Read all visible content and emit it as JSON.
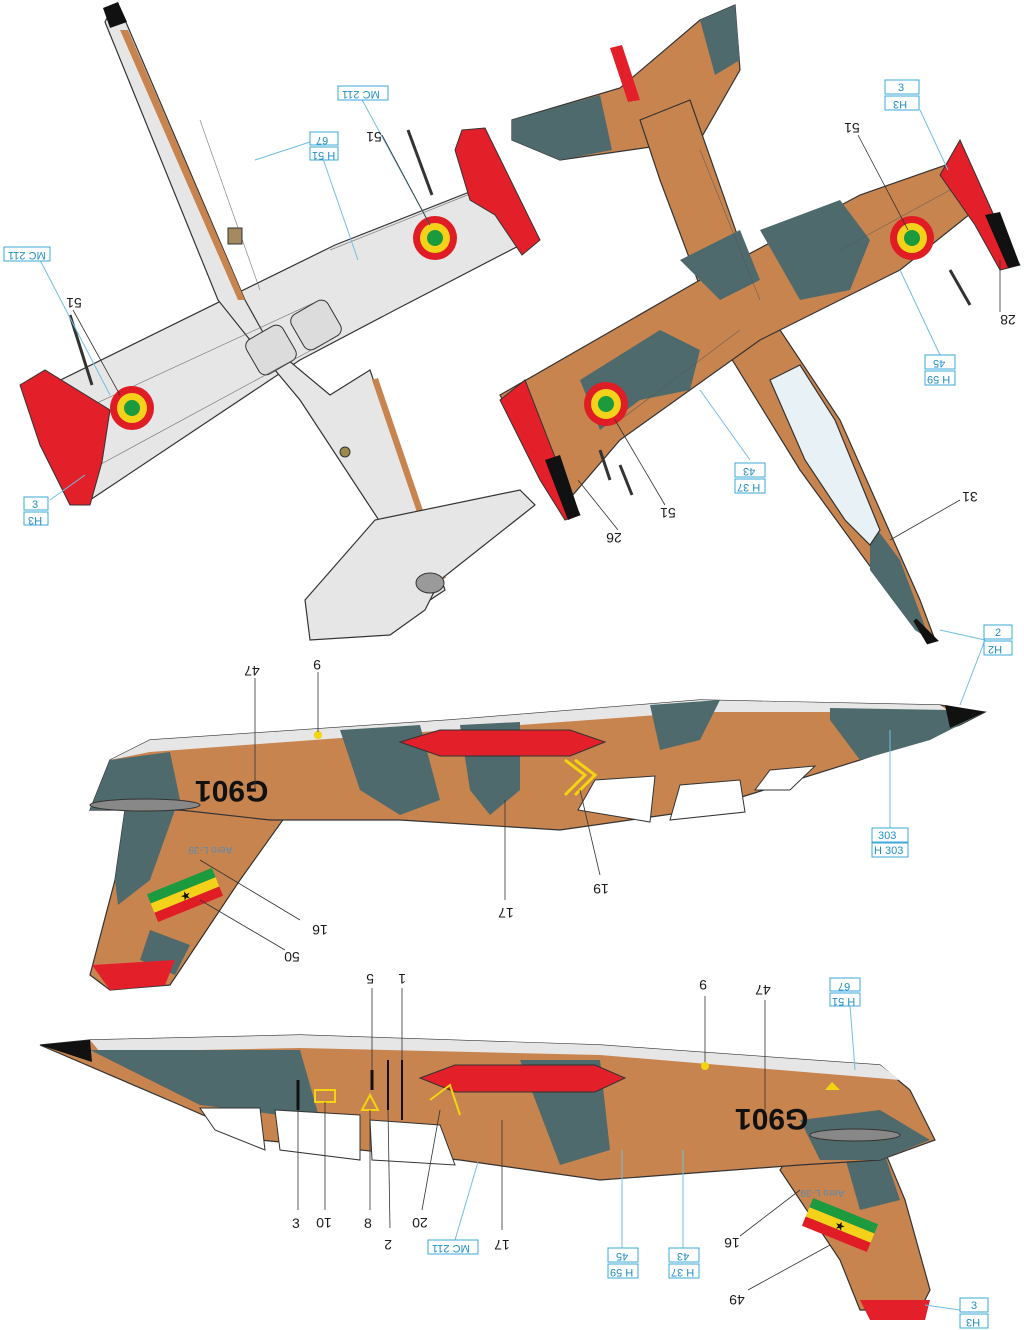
{
  "callouts": {
    "t_51": "51",
    "t_mc211": "MC 211",
    "t_67": "67",
    "t_h51": "H 51",
    "t_3": "3",
    "t_h3": "H3",
    "t_45": "45",
    "t_h59": "H 59",
    "t_28": "28",
    "t_43": "43",
    "t_h37": "H 37",
    "t_26": "26",
    "t_31": "31",
    "t_2": "2",
    "t_h2": "H2",
    "t_47": "47",
    "t_9": "9",
    "t_303": "303",
    "t_h303": "H 303",
    "t_19": "19",
    "t_17": "17",
    "t_16": "16",
    "t_50": "50",
    "t_5": "5",
    "t_1": "1",
    "t_10": "10",
    "t_8": "8",
    "t_20": "20",
    "t_49": "49"
  },
  "markings": {
    "serial": "G901",
    "stencil": "Aero L-39"
  },
  "colors": {
    "green_grey": "#4f6a6c",
    "tan": "#c8844f",
    "light_grey": "#e6e6e6",
    "red": "#e3202a",
    "roundel_red": "#e01c24",
    "roundel_yellow": "#f4d21a",
    "roundel_green": "#1b9a3e",
    "callout_blue": "#3aa8d8",
    "warning_yellow": "#f2d40f"
  }
}
